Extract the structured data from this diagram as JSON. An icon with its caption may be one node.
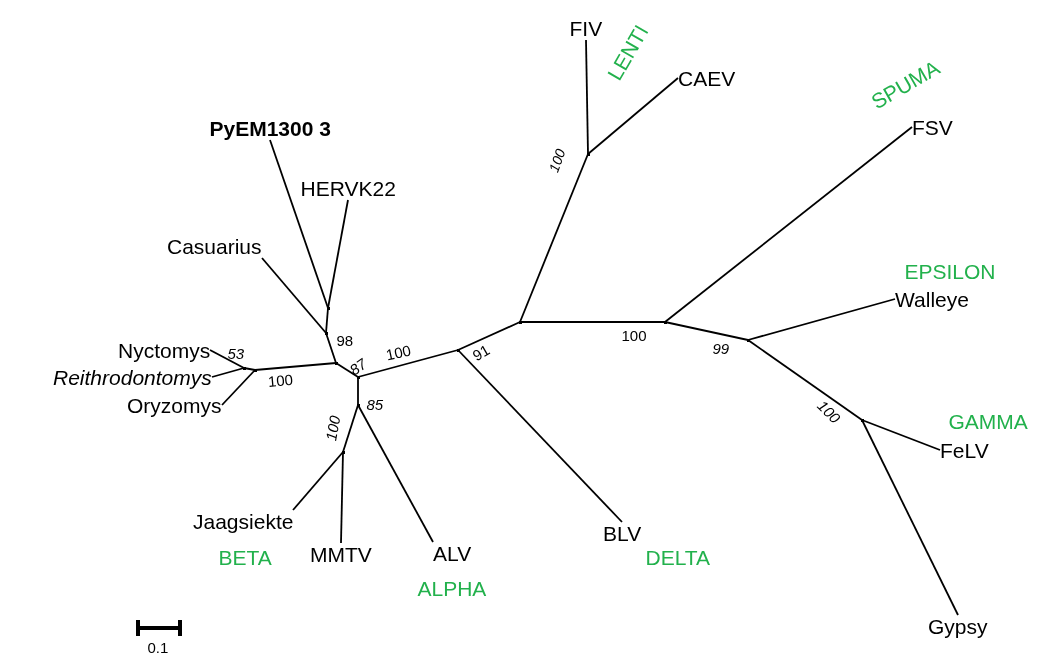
{
  "diagram": {
    "nodes": [
      {
        "text": [
          "FIV"
        ]
      },
      {
        "text": [
          "CAEV"
        ]
      },
      {
        "text": [
          "PyEM1300 3"
        ]
      },
      {
        "text": [
          "FSV"
        ]
      },
      {
        "text": [
          "HERVK22"
        ]
      },
      {
        "text": [
          "Casuarius"
        ]
      },
      {
        "text": [
          "Walleye"
        ]
      },
      {
        "text": [
          "Nyctomys"
        ]
      },
      {
        "text": [
          "Reithrodontomys"
        ]
      },
      {
        "text": [
          "Oryzomys"
        ]
      },
      {
        "text": [
          "FeLV"
        ]
      },
      {
        "text": [
          "Jaagsiekte"
        ]
      },
      {
        "text": [
          "MMTV"
        ]
      },
      {
        "text": [
          "ALV"
        ]
      },
      {
        "text": [
          "BLV"
        ]
      },
      {
        "text": [
          "Gypsy"
        ]
      },
      {
        "text": [],
        "shape": "point"
      },
      {
        "text": [],
        "shape": "point"
      },
      {
        "text": [],
        "shape": "point"
      },
      {
        "text": [],
        "shape": "point"
      },
      {
        "text": [],
        "shape": "point"
      },
      {
        "text": [],
        "shape": "point"
      },
      {
        "text": [],
        "shape": "point"
      },
      {
        "text": [],
        "shape": "point"
      },
      {
        "text": [],
        "shape": "point"
      },
      {
        "text": [],
        "shape": "point"
      },
      {
        "text": [],
        "shape": "point"
      },
      {
        "text": [],
        "shape": "point"
      },
      {
        "text": [],
        "shape": "point"
      },
      {
        "text": [],
        "shape": "point"
      }
    ],
    "edges": [
      {
        "from": 16,
        "to": 2,
        "arrow": "none"
      },
      {
        "from": 16,
        "to": 4,
        "arrow": "none"
      },
      {
        "from": 17,
        "to": 16,
        "arrow": "none"
      },
      {
        "from": 17,
        "to": 5,
        "arrow": "none"
      },
      {
        "from": 18,
        "to": 17,
        "arrow": "none"
      },
      {
        "from": 19,
        "to": 7,
        "arrow": "none"
      },
      {
        "from": 19,
        "to": 8,
        "arrow": "none"
      },
      {
        "from": 20,
        "to": 19,
        "arrow": "none"
      },
      {
        "from": 20,
        "to": 9,
        "arrow": "none"
      },
      {
        "from": 18,
        "to": 20,
        "arrow": "none"
      },
      {
        "from": 18,
        "to": 21,
        "arrow": "none"
      },
      {
        "from": 21,
        "to": 22,
        "arrow": "none"
      },
      {
        "from": 22,
        "to": 23,
        "arrow": "none"
      },
      {
        "from": 23,
        "to": 11,
        "arrow": "none"
      },
      {
        "from": 23,
        "to": 12,
        "arrow": "none"
      },
      {
        "from": 22,
        "to": 13,
        "arrow": "none"
      },
      {
        "from": 21,
        "to": 24,
        "arrow": "none"
      },
      {
        "from": 24,
        "to": 14,
        "arrow": "none"
      },
      {
        "from": 24,
        "to": 25,
        "arrow": "none"
      },
      {
        "from": 25,
        "to": 26,
        "arrow": "none"
      },
      {
        "from": 26,
        "to": 0,
        "arrow": "none"
      },
      {
        "from": 26,
        "to": 1,
        "arrow": "none"
      },
      {
        "from": 25,
        "to": 27,
        "arrow": "none"
      },
      {
        "from": 27,
        "to": 3,
        "arrow": "none"
      },
      {
        "from": 27,
        "to": 28,
        "arrow": "none"
      },
      {
        "from": 28,
        "to": 6,
        "arrow": "none"
      },
      {
        "from": 28,
        "to": 29,
        "arrow": "none"
      },
      {
        "from": 29,
        "to": 10,
        "arrow": "none"
      },
      {
        "from": 29,
        "to": 15,
        "arrow": "none"
      }
    ],
    "labels": [
      "LENTI",
      "SPUMA",
      "100",
      "EPSILON",
      "98",
      "53",
      "100",
      "87",
      "100",
      "91",
      "100",
      "99",
      "85",
      "100",
      "100",
      "GAMMA",
      "BETA",
      "ALPHA",
      "DELTA",
      "0.1"
    ]
  }
}
